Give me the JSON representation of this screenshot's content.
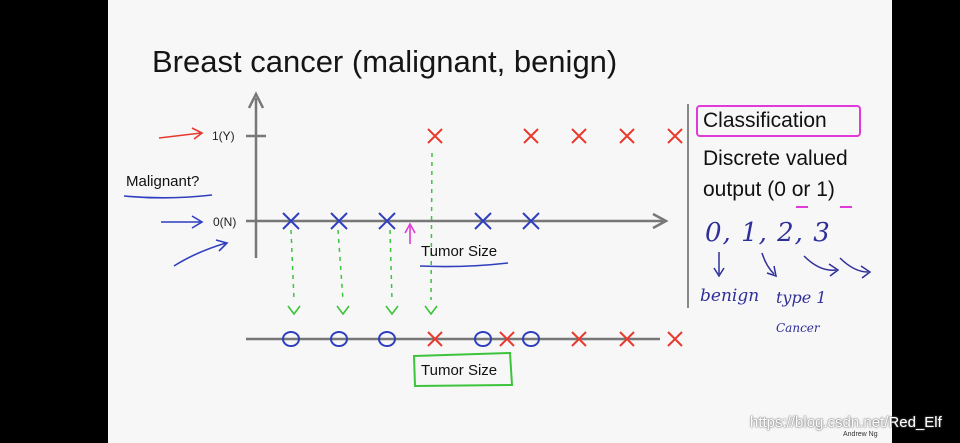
{
  "slide": {
    "title": "Breast cancer (malignant, benign)",
    "y_label_top": "1(Y)",
    "y_label_bottom": "0(N)",
    "malignant_label": "Malignant?",
    "x_axis_label": "Tumor Size",
    "x_axis_label_2": "Tumor Size",
    "classification": "Classification",
    "discrete_line1": "Discrete valued",
    "discrete_line2": "output (0 or 1)",
    "credit": "Andrew Ng"
  },
  "handwriting": {
    "digits": "0, 1, 2, 3",
    "benign": "benign",
    "type": "type 1",
    "cancer": "Cancer"
  },
  "watermark": "https://blog.csdn.net/Red_Elf",
  "colors": {
    "ink_red": "#e8392f",
    "ink_blue": "#2f3fbf",
    "ink_green": "#3cc43c",
    "ink_magenta": "#e23ad8",
    "axis": "#777777"
  },
  "chart_data": {
    "type": "scatter",
    "y_levels": [
      "0(N)",
      "1(Y)"
    ],
    "series": [
      {
        "name": "benign",
        "marker": "x",
        "x": [
          1,
          2,
          3,
          5,
          6
        ],
        "y": [
          0,
          0,
          0,
          0,
          0
        ]
      },
      {
        "name": "malignant",
        "marker": "x",
        "x": [
          4,
          6,
          7,
          8,
          9
        ],
        "y": [
          1,
          1,
          1,
          1,
          1
        ]
      }
    ],
    "projection_line": {
      "marker_o": [
        1,
        2,
        3,
        5,
        6
      ],
      "marker_x": [
        4,
        5.5,
        7,
        8,
        9
      ]
    },
    "grid": false
  }
}
